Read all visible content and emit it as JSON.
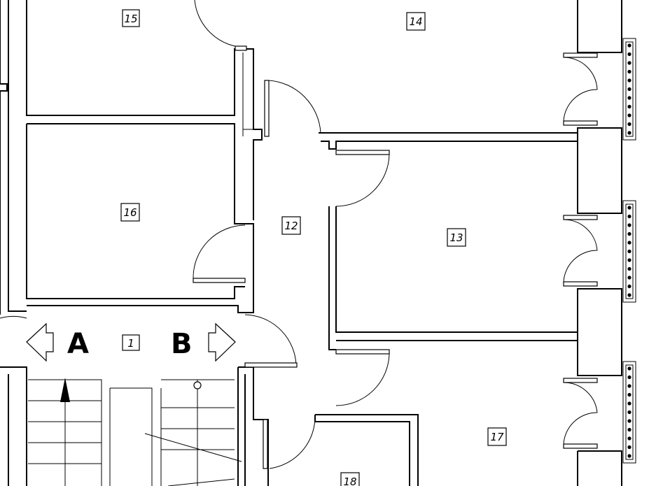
{
  "plan": {
    "rooms": [
      {
        "id": "room-15",
        "label": "15"
      },
      {
        "id": "room-14",
        "label": "14"
      },
      {
        "id": "room-16",
        "label": "16"
      },
      {
        "id": "room-12",
        "label": "12"
      },
      {
        "id": "room-13",
        "label": "13"
      },
      {
        "id": "room-1",
        "label": "1"
      },
      {
        "id": "room-17",
        "label": "17"
      },
      {
        "id": "room-18",
        "label": "18"
      }
    ],
    "zones": {
      "left_letter": "A",
      "right_letter": "B"
    },
    "radiator_count": 3
  }
}
